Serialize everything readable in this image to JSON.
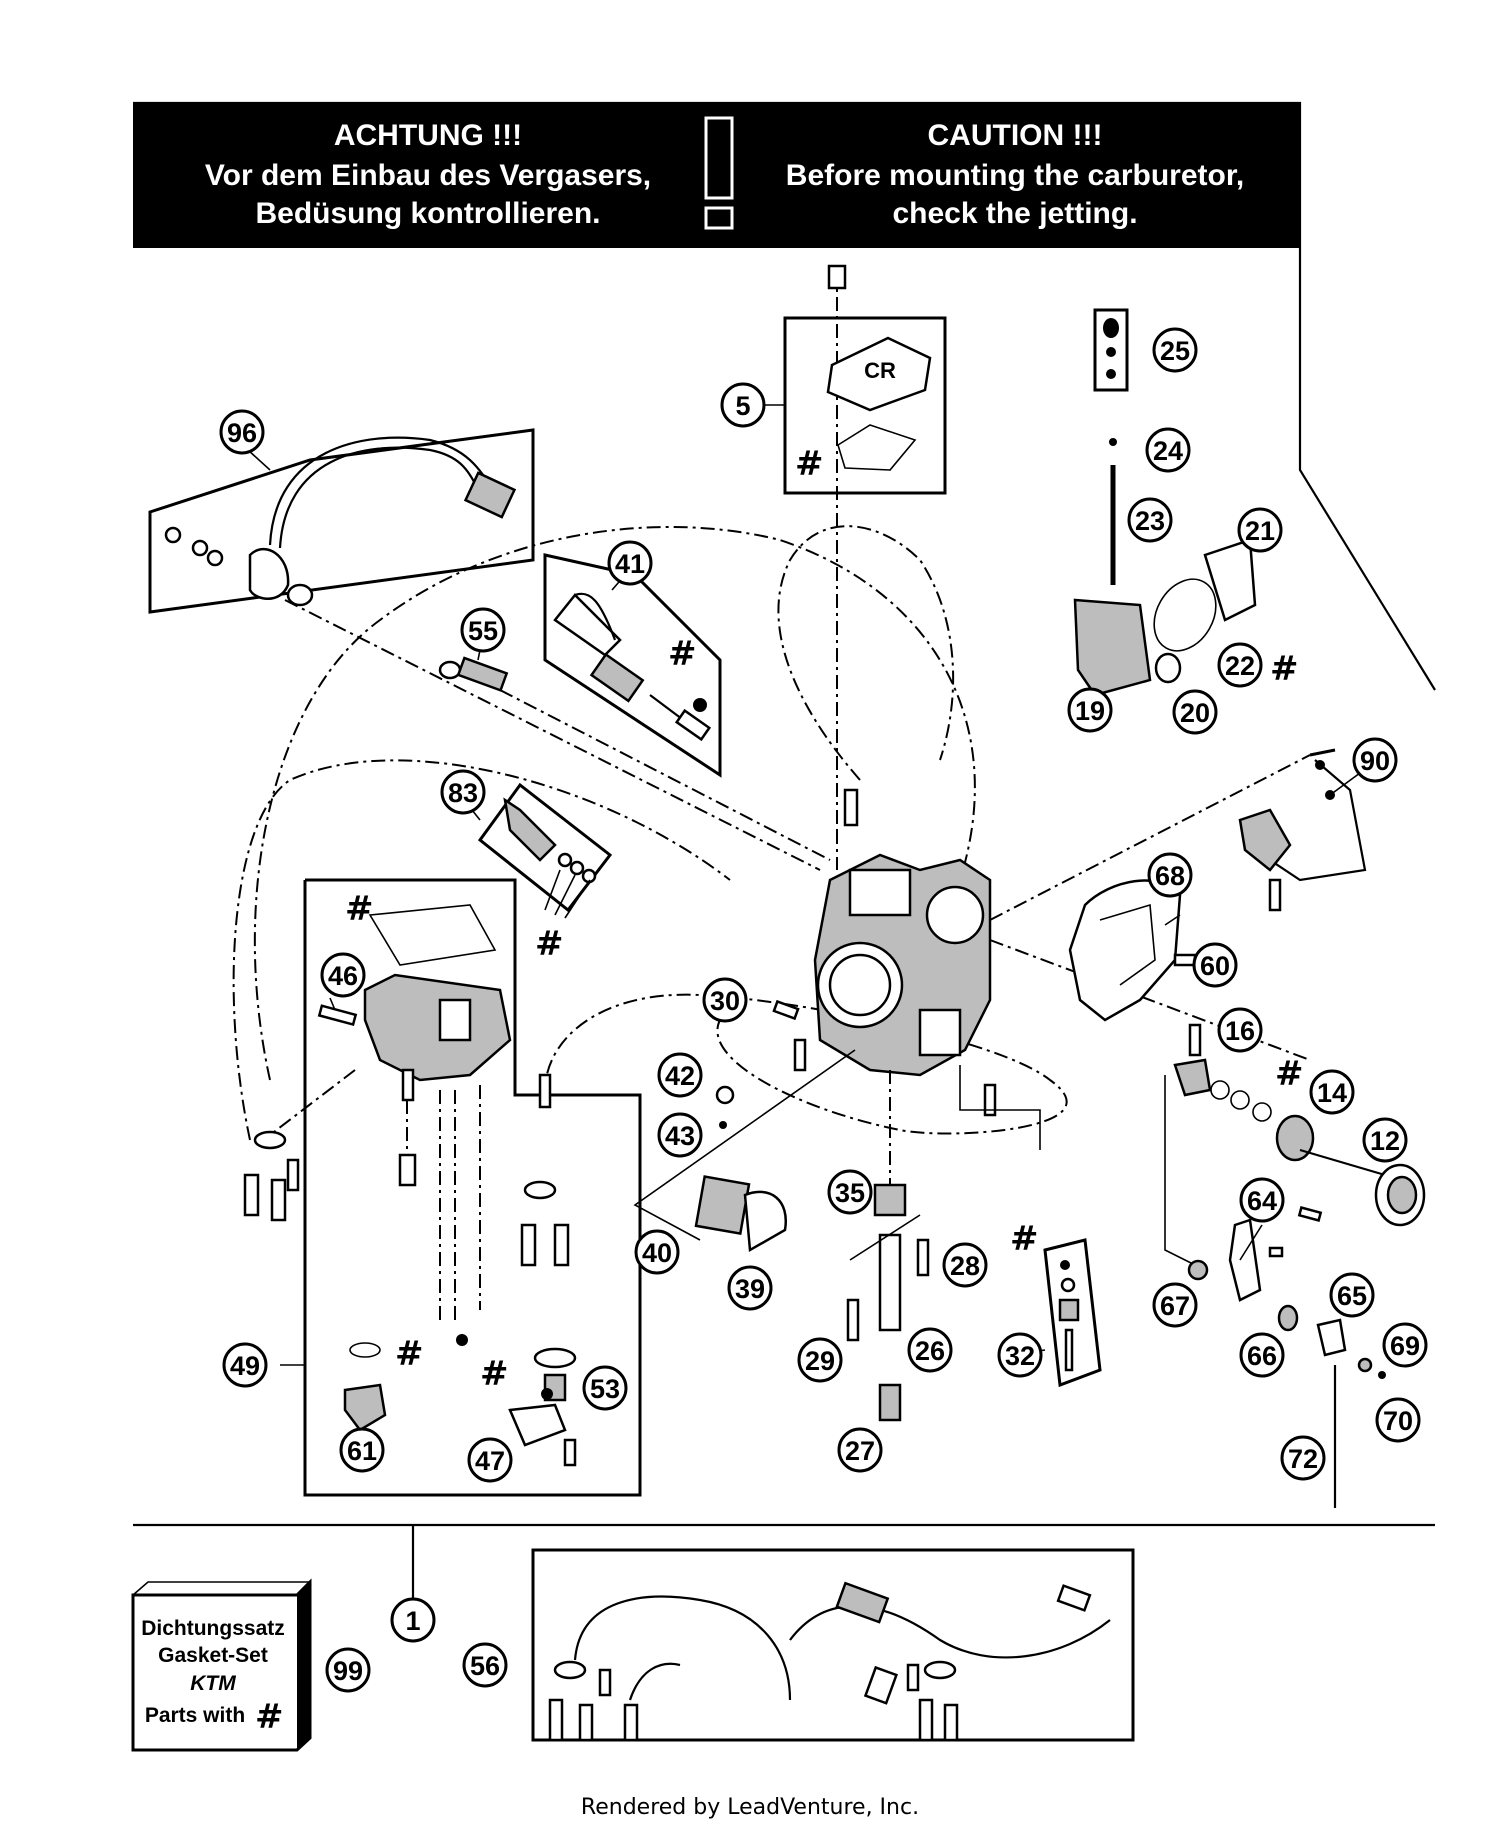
{
  "warning": {
    "left_heading": "ACHTUNG !!!",
    "left_line1": "Vor dem Einbau des Vergasers,",
    "left_line2": "Bedüsung kontrollieren.",
    "right_heading": "CAUTION !!!",
    "right_line1": "Before mounting the carburetor,",
    "right_line2": "check the jetting."
  },
  "gasket_kit": {
    "line1": "Dichtungssatz",
    "line2": "Gasket-Set",
    "brand": "KTM",
    "line3": "Parts with",
    "symbol": "#"
  },
  "top_cover_label": "CR",
  "gasket_symbol": "#",
  "callouts": {
    "c1": "1",
    "c5": "5",
    "c12": "12",
    "c14": "14",
    "c16": "16",
    "c19": "19",
    "c20": "20",
    "c21": "21",
    "c22": "22",
    "c23": "23",
    "c24": "24",
    "c25": "25",
    "c26": "26",
    "c27": "27",
    "c28": "28",
    "c29": "29",
    "c30": "30",
    "c32": "32",
    "c35": "35",
    "c39": "39",
    "c40": "40",
    "c41": "41",
    "c42": "42",
    "c43": "43",
    "c46": "46",
    "c47": "47",
    "c49": "49",
    "c53": "53",
    "c55": "55",
    "c56": "56",
    "c60": "60",
    "c61": "61",
    "c64": "64",
    "c65": "65",
    "c66": "66",
    "c67": "67",
    "c68": "68",
    "c69": "69",
    "c70": "70",
    "c72": "72",
    "c83": "83",
    "c90": "90",
    "c96": "96",
    "c99": "99"
  },
  "footer": "Rendered by LeadVenture, Inc."
}
